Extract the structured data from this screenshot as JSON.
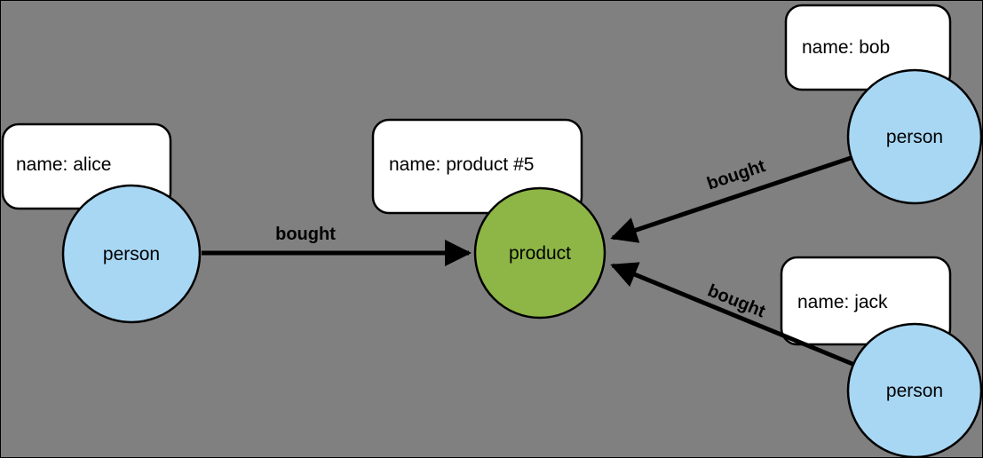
{
  "diagram": {
    "type": "property-graph",
    "colors": {
      "background": "#808080",
      "person_fill": "#a8d7f4",
      "product_fill": "#8eb646",
      "box_fill": "#ffffff",
      "stroke": "#000000"
    },
    "nodes": {
      "alice": {
        "label": "person",
        "property": "name: alice"
      },
      "product": {
        "label": "product",
        "property": "name: product #5"
      },
      "bob": {
        "label": "person",
        "property": "name: bob"
      },
      "jack": {
        "label": "person",
        "property": "name: jack"
      }
    },
    "edges": {
      "alice_bought": {
        "label": "bought",
        "from": "alice",
        "to": "product"
      },
      "bob_bought": {
        "label": "bought",
        "from": "bob",
        "to": "product"
      },
      "jack_bought": {
        "label": "bought",
        "from": "jack",
        "to": "product"
      }
    }
  }
}
